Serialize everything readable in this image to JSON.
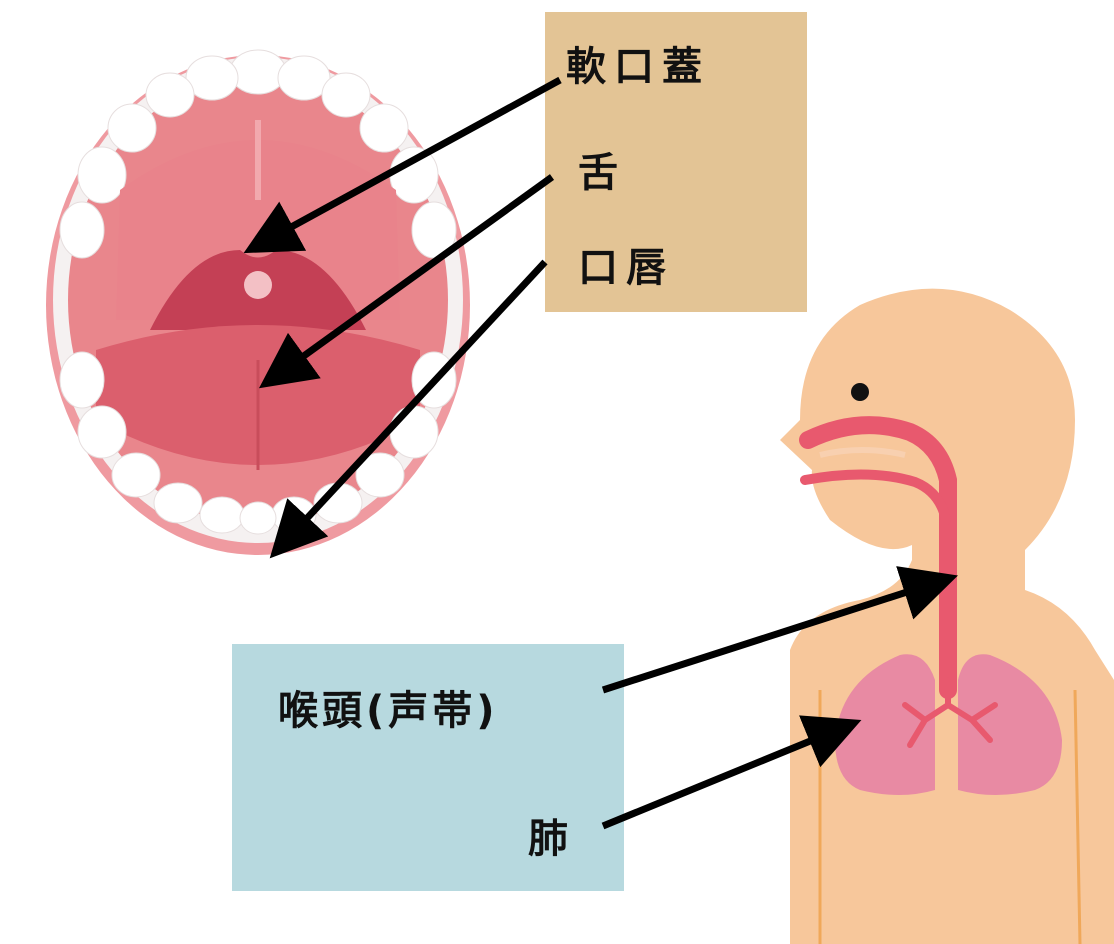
{
  "labels": {
    "soft_palate": "軟口蓋",
    "tongue": "舌",
    "lips": "口唇",
    "larynx": "喉頭(声帯)",
    "lung": "肺"
  },
  "colors": {
    "top_box": "#e3c495",
    "bottom_box": "#b7d9df",
    "skin": "#f7c79b",
    "airway": "#e8596e",
    "lung": "#e88aa3",
    "mouth_inner": "#e9868c",
    "throat": "#c44055",
    "teeth": "#ffffff",
    "arrow": "#000000"
  }
}
